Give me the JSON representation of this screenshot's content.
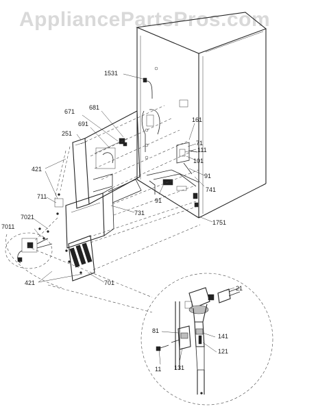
{
  "watermark": "AppliancePartsPros.com",
  "labels": {
    "l1531": "1531",
    "l681": "681",
    "l671": "671",
    "l691": "691",
    "l251": "251",
    "l161": "161",
    "l71": "71",
    "l111": "111",
    "l101": "101",
    "l91a": "91",
    "l421a": "421",
    "l741": "741",
    "l91b": "91",
    "l711": "711",
    "l731": "731",
    "l7021": "7021",
    "l7011": "7011",
    "l1751": "1751",
    "l421b": "421",
    "l701": "701",
    "l21": "21",
    "l81": "81",
    "l141": "141",
    "l121": "121",
    "l11": "11",
    "l131": "131"
  }
}
